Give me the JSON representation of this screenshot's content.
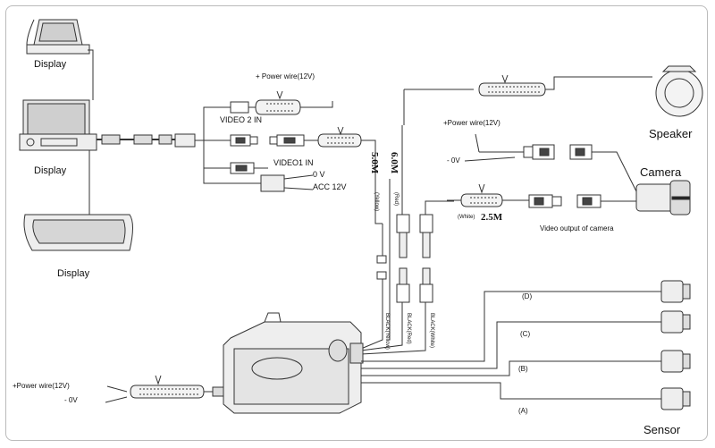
{
  "labels": {
    "display_top": "Display",
    "display_mid": "Display",
    "display_bottom": "Display",
    "power_wire_top": "+ Power wire(12V)",
    "video2_in": "VIDEO 2 IN",
    "video1_in": "VIDEO1 IN",
    "zero_v": "0 V",
    "acc_12v": "ACC 12V",
    "len_5m": "5.0M",
    "len_6m": "6.0M",
    "yellow": "(Yellow)",
    "red": "(Red)",
    "power_wire_cam": "+Power wire(12V)",
    "zero_v_cam": "- 0V",
    "white": "(White)",
    "len_25m": "2.5M",
    "video_output_camera": "Video output of camera",
    "speaker": "Speaker",
    "camera": "Camera",
    "sensor": "Sensor",
    "sensor_d": "(D)",
    "sensor_c": "(C)",
    "sensor_b": "(B)",
    "sensor_a": "(A)",
    "power_wire_bottom": "+Power wire(12V)",
    "zero_v_bottom": "- 0V",
    "tag_yellow": "BLACK(Yellow)",
    "tag_red": "BLACK(Red)",
    "tag_white": "BLACK(White)"
  },
  "colors": {
    "line": "#333333",
    "device_fill": "#eeeeee",
    "screen_fill": "#cfcfcf"
  }
}
